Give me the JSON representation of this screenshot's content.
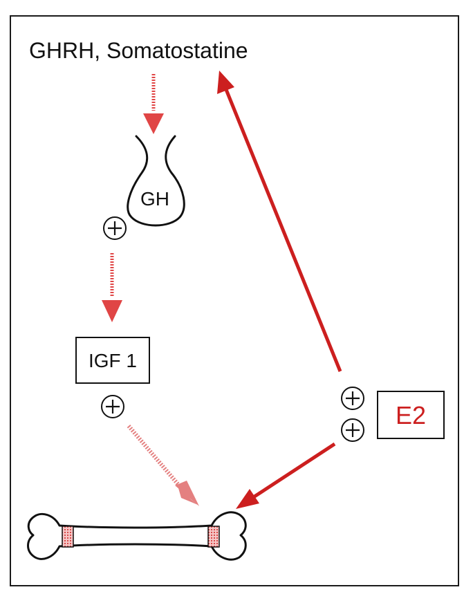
{
  "diagram": {
    "title": "GHRH, Somatostatine",
    "nodes": {
      "pituitary": "GH",
      "igf": "IGF 1",
      "estradiol": "E2"
    },
    "signs": {
      "positive": "+"
    }
  },
  "colors": {
    "arrow_red": "#cc1f1f",
    "arrow_dotted_red": "#e04545",
    "growth_plate": "#e06a6a",
    "e2_text": "#cc1f1f",
    "outline": "#111111"
  },
  "icons": {
    "pituitary": "pituitary-gland-icon",
    "bone": "long-bone-icon",
    "sign": "plus-circle-icon"
  }
}
